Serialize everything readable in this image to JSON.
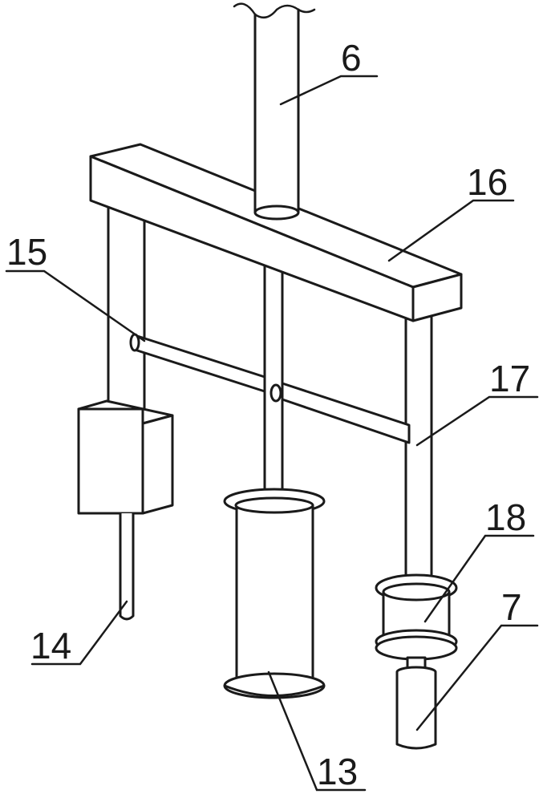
{
  "labels": {
    "l6": "6",
    "l16": "16",
    "l15": "15",
    "l17": "17",
    "l18": "18",
    "l14": "14",
    "l7": "7",
    "l13": "13"
  }
}
